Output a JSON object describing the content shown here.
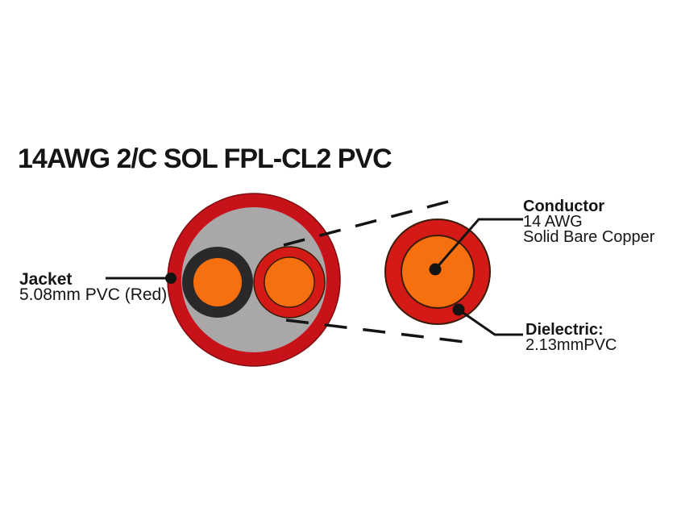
{
  "title": "14AWG 2/C SOL FPL-CL2 PVC",
  "labels": {
    "jacket": {
      "heading": "Jacket",
      "detail": "5.08mm PVC (Red)"
    },
    "conductor": {
      "heading": "Conductor",
      "detail_line1": "14 AWG",
      "detail_line2": "Solid Bare Copper"
    },
    "dielectric": {
      "heading": "Dielectric:",
      "detail": "2.13mmPVC"
    }
  },
  "colors": {
    "background": "#ffffff",
    "text": "#151515",
    "line": "#141414",
    "jacket_red": "#c8121a",
    "jacket_edge": "#7d0d10",
    "filler_gray": "#a9a7a8",
    "insulation_black": "#2b2829",
    "insulation_red": "#d31a17",
    "conductor_orange": "#f7700f",
    "outline_dark": "#3a1b07"
  }
}
